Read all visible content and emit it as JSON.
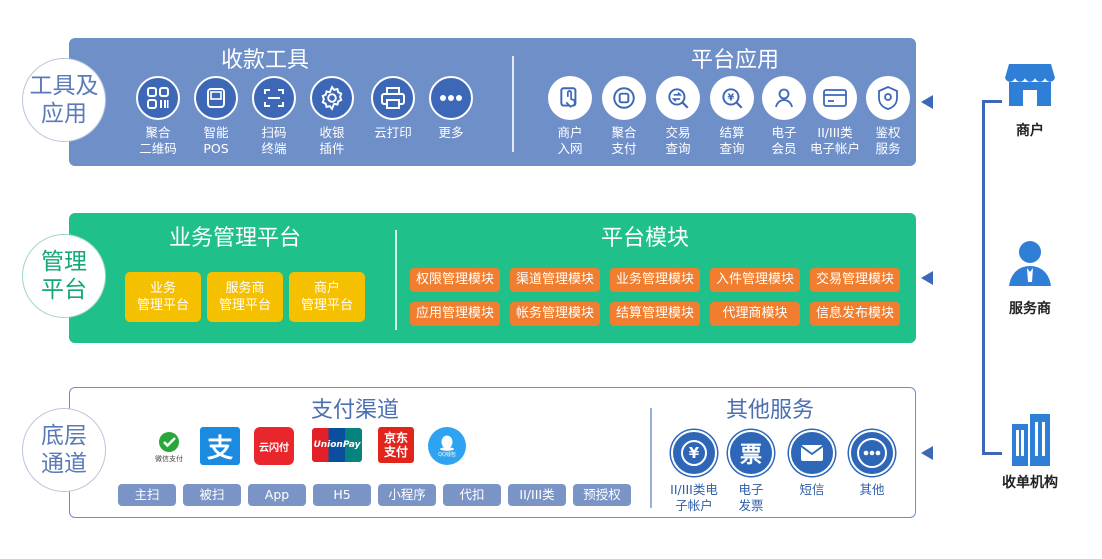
{
  "tools_layer": {
    "circle_label": "工具及\n应用",
    "left_title": "收款工具",
    "right_title": "平台应用",
    "tools": [
      {
        "icon": "qr-grid-icon",
        "label": "聚合\n二维码"
      },
      {
        "icon": "pos-terminal-icon",
        "label": "智能\nPOS"
      },
      {
        "icon": "scan-frame-icon",
        "label": "扫码\n终端"
      },
      {
        "icon": "gear-icon",
        "label": "收银\n插件"
      },
      {
        "icon": "printer-icon",
        "label": "云打印"
      },
      {
        "icon": "more-dots-icon",
        "label": "更多"
      }
    ],
    "apps": [
      {
        "icon": "hand-tap-icon",
        "label": "商户\n入网"
      },
      {
        "icon": "rotate-box-icon",
        "label": "聚合\n支付"
      },
      {
        "icon": "search-exchange-icon",
        "label": "交易\n查询"
      },
      {
        "icon": "search-yen-icon",
        "label": "结算\n查询"
      },
      {
        "icon": "user-icon",
        "label": "电子\n会员"
      },
      {
        "icon": "card-account-icon",
        "label": "II/III类\n电子帐户"
      },
      {
        "icon": "shield-icon",
        "label": "鉴权\n服务"
      }
    ]
  },
  "mgmt_layer": {
    "circle_label": "管理\n平台",
    "left_title": "业务管理平台",
    "right_title": "平台模块",
    "platforms": [
      "业务\n管理平台",
      "服务商\n管理平台",
      "商户\n管理平台"
    ],
    "modules_row1": [
      "权限管理模块",
      "渠道管理模块",
      "业务管理模块",
      "入件管理模块",
      "交易管理模块"
    ],
    "modules_row2": [
      "应用管理模块",
      "帐务管理模块",
      "结算管理模块",
      "代理商模块",
      "信息发布模块"
    ]
  },
  "base_layer": {
    "circle_label": "底层\n通道",
    "left_title": "支付渠道",
    "right_title": "其他服务",
    "logos": [
      {
        "icon": "wechat-pay-logo",
        "label": "微信支付"
      },
      {
        "icon": "alipay-logo",
        "label": "支"
      },
      {
        "icon": "cloud-quickpass-logo",
        "label": "云闪付"
      },
      {
        "icon": "unionpay-logo",
        "label": "UnionPay"
      },
      {
        "icon": "jd-pay-logo",
        "label": "京东\n支付"
      },
      {
        "icon": "qq-wallet-logo",
        "label": "QQ钱包"
      }
    ],
    "channels": [
      "主扫",
      "被扫",
      "App",
      "H5",
      "小程序",
      "代扣",
      "II/III类",
      "预授权"
    ],
    "services": [
      {
        "icon": "yen-coin-icon",
        "glyph": "¥",
        "label": "II/III类电\n子帐户"
      },
      {
        "icon": "invoice-icon",
        "glyph": "票",
        "label": "电子\n发票"
      },
      {
        "icon": "envelope-icon",
        "glyph": "",
        "label": "短信"
      },
      {
        "icon": "more-dots-icon",
        "glyph": "",
        "label": "其他"
      }
    ]
  },
  "actors": [
    {
      "icon": "shop-icon",
      "label": "商户"
    },
    {
      "icon": "service-person-icon",
      "label": "服务商"
    },
    {
      "icon": "building-icon",
      "label": "收单机构"
    }
  ],
  "colors": {
    "tools_band": "#6f8fc9",
    "mgmt_band": "#20c08a",
    "accent_blue": "#3d68b8",
    "yellow": "#f5c000",
    "orange": "#f07e2e"
  }
}
